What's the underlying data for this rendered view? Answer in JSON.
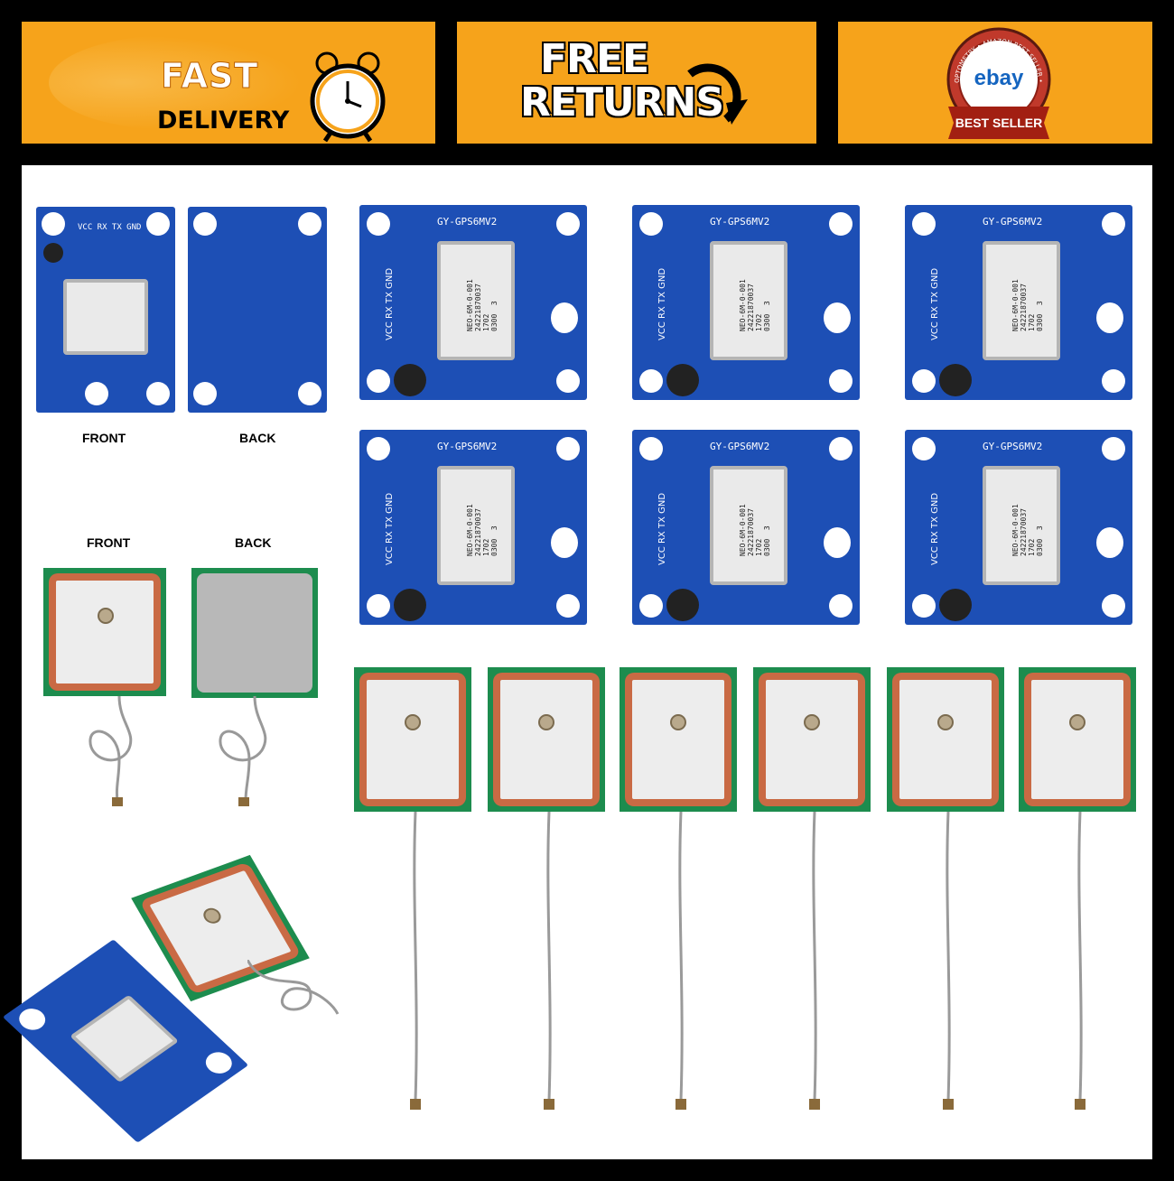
{
  "banners": {
    "fast": "FAST",
    "delivery": "DELIVERY",
    "free": "FREE",
    "returns": "RETURNS",
    "seal_arc": "OPTOMETRY • AMAZON BEST SELLER • KINDLE",
    "seal_logo": "ebay",
    "seal_ribbon": "BEST SELLER"
  },
  "module": {
    "model": "GY-GPS6MV2",
    "pins": "VCC RX TX GND",
    "chip_lines": "NEO-6M-0-001\n24221870037\n1702\n0300  3"
  },
  "captions": {
    "front_top": "FRONT",
    "back_top": "BACK",
    "front_ant": "FRONT",
    "back_ant": "BACK"
  },
  "colors": {
    "banner": "#f6a31b",
    "pcb_blue": "#1d4fb5",
    "antenna_green": "#1d8c4e",
    "copper": "#c96a44"
  }
}
